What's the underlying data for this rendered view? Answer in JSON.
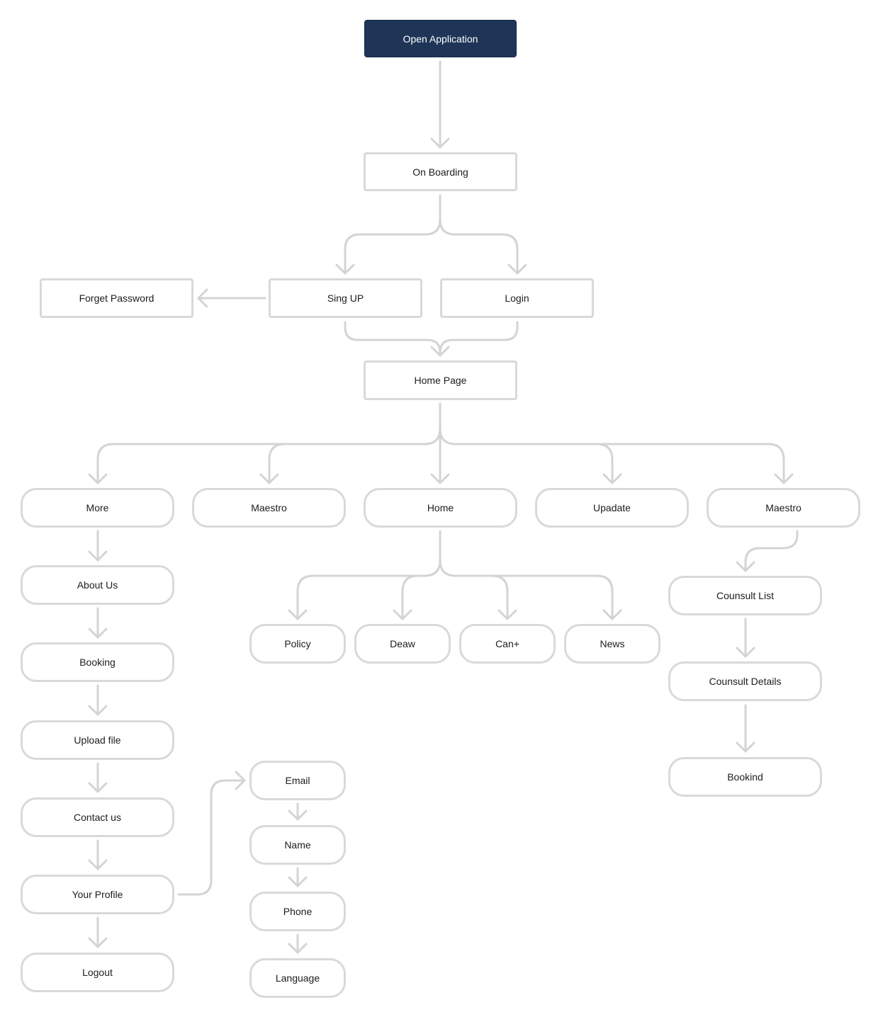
{
  "nodes": {
    "open_application": "Open Application",
    "on_boarding": "On Boarding",
    "sign_up": "Sing UP",
    "login": "Login",
    "forget_password": "Forget Password",
    "home_page": "Home Page",
    "more": "More",
    "maestro_1": "Maestro",
    "home": "Home",
    "update": "Upadate",
    "maestro_2": "Maestro",
    "about_us": "About Us",
    "booking": "Booking",
    "upload_file": "Upload file",
    "contact_us": "Contact us",
    "your_profile": "Your Profile",
    "logout": "Logout",
    "policy": "Policy",
    "deaw": "Deaw",
    "can_plus": "Can+",
    "news": "News",
    "consult_list": "Counsult List",
    "consult_details": "Counsult Details",
    "bookind": "Bookind",
    "email": "Email",
    "name": "Name",
    "phone": "Phone",
    "language": "Language"
  },
  "colors": {
    "start_fill": "#1e3557",
    "node_border": "#d9d9d9",
    "connector": "#d4d4d4",
    "text": "#1c1c1c"
  }
}
